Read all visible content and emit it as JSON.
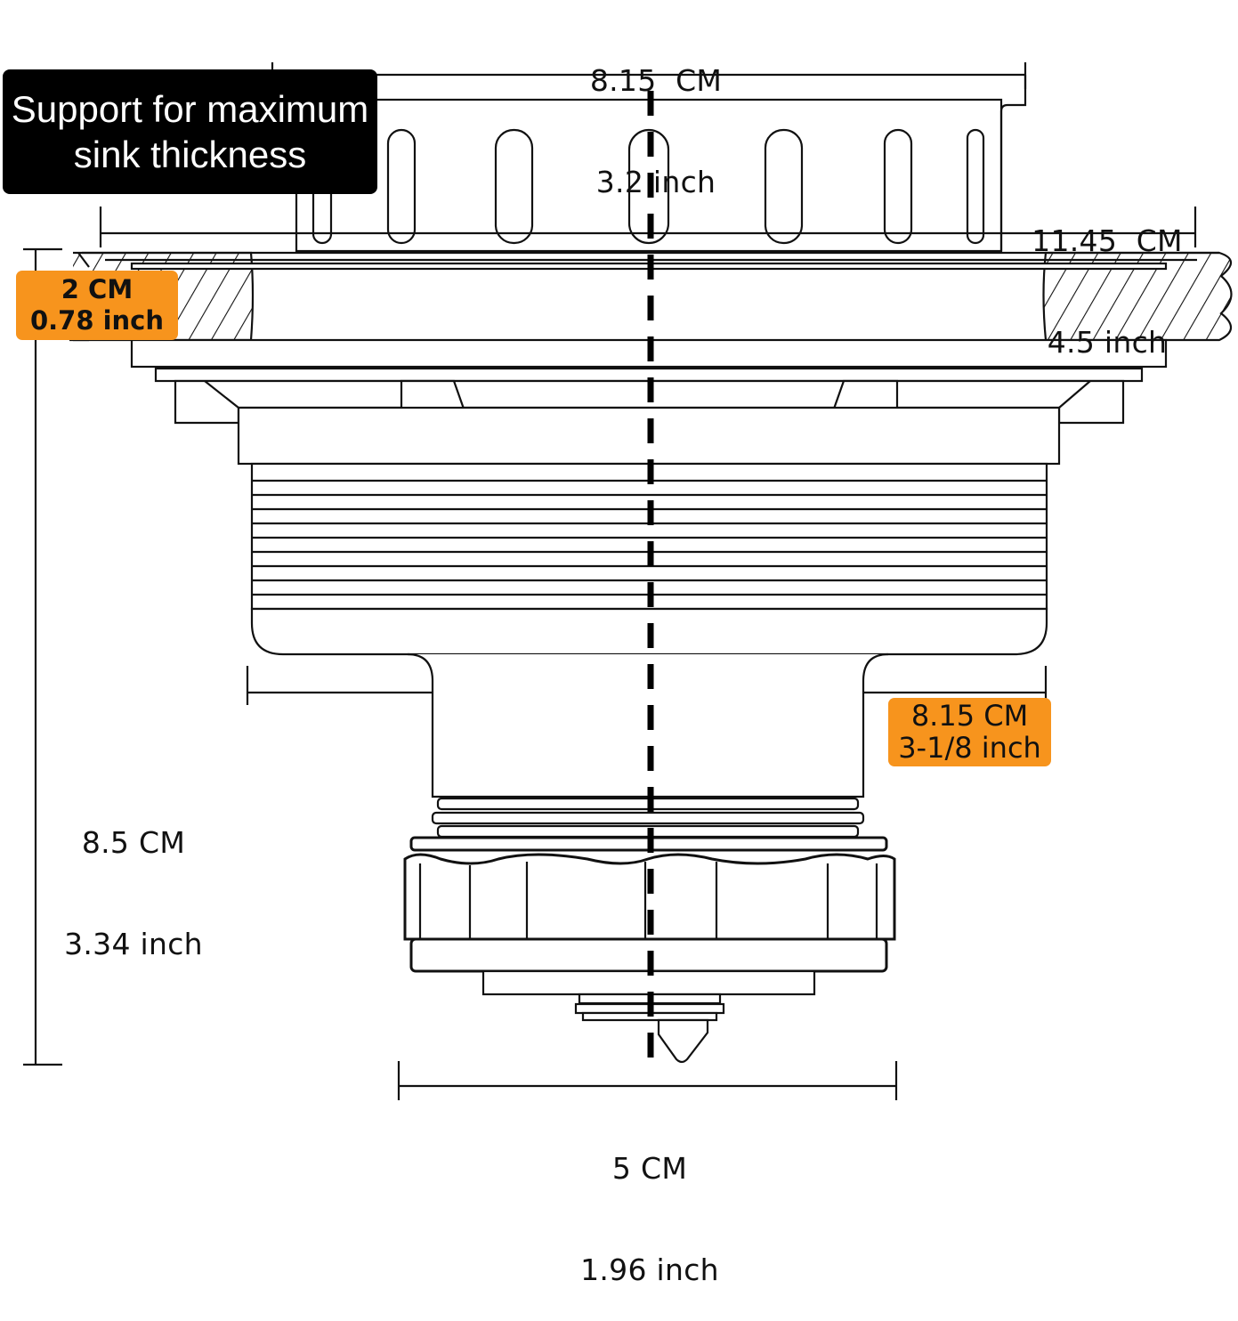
{
  "callout": {
    "line1": "Support for maximum",
    "line2": "sink thickness"
  },
  "dimensions": {
    "basket_width": {
      "metric": "8.15  CM",
      "imperial": "3.2 inch"
    },
    "flange_width": {
      "metric": "11.45  CM",
      "imperial": "4.5 inch"
    },
    "sink_thickness": {
      "metric": "2 CM",
      "imperial": "0.78 inch"
    },
    "total_height": {
      "metric": "8.5 CM",
      "imperial": "3.34 inch"
    },
    "body_width": {
      "metric": "8.15 CM",
      "imperial": "3-1/8 inch"
    },
    "nut_width": {
      "metric": "5 CM",
      "imperial": "1.96 inch"
    }
  },
  "colors": {
    "badge": "#f7941d",
    "callout": "#000000",
    "line": "#111111"
  }
}
